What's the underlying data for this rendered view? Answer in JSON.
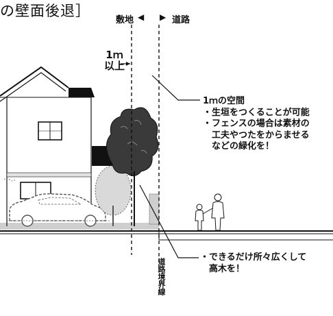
{
  "title": "の壁面後退］",
  "direction": {
    "left_label": "敷地",
    "left_arrow": "◀",
    "right_arrow": "▶",
    "right_label": "道路"
  },
  "setback": {
    "distance": "1ｍ",
    "qualifier": "以上"
  },
  "notes": {
    "space_title": "1ｍの空間",
    "lines": [
      "・生垣をつくることが可能",
      "・フェンスの場合は素材の",
      "工夫やつたをからませる",
      "などの緑化を！"
    ],
    "tree_lines": [
      "・できるだけ所々広くして",
      "高木を！"
    ]
  },
  "boundary_label": "道路境界線"
}
